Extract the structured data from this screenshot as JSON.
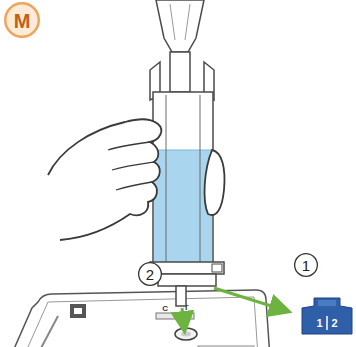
{
  "diagram": {
    "nodes": [
      {
        "text": [
          "M"
        ]
      },
      {
        "text": [
          "1"
        ]
      },
      {
        "text": [
          "2"
        ]
      },
      {
        "text": [
          "1",
          "2"
        ]
      },
      {
        "text": [
          "C",
          "T"
        ]
      }
    ]
  }
}
